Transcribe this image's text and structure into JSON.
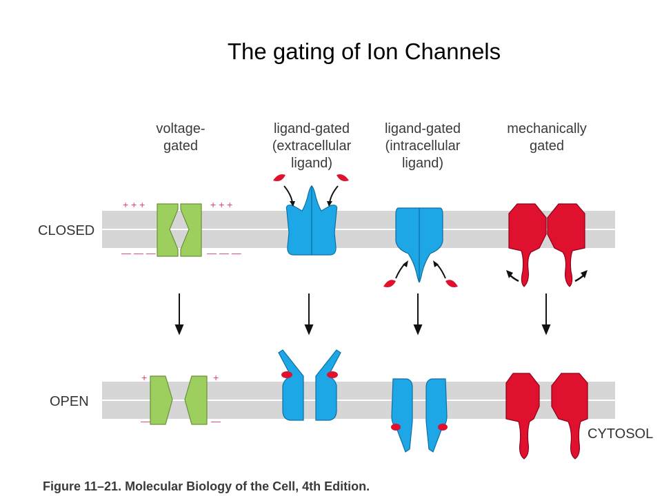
{
  "title": "The gating of Ion Channels",
  "columns": [
    {
      "line1": "voltage-",
      "line2": "gated",
      "line3": ""
    },
    {
      "line1": "ligand-gated",
      "line2": "(extracellular",
      "line3": "ligand)"
    },
    {
      "line1": "ligand-gated",
      "line2": "(intracellular",
      "line3": "ligand)"
    },
    {
      "line1": "mechanically",
      "line2": "gated",
      "line3": ""
    }
  ],
  "rows": {
    "closed": "CLOSED",
    "open": "OPEN"
  },
  "cytosol_label": "CYTOSOL",
  "charges": {
    "closed_top": "+ + +",
    "closed_bottom": "— — —",
    "open_top": "+",
    "open_bottom": "—"
  },
  "caption": "Figure 11–21. Molecular Biology of the Cell, 4th Edition.",
  "colors": {
    "voltage": "#9dcf5f",
    "ligand": "#1ea7e6",
    "ligand_bound": "#e0102f",
    "mechanical": "#e0102f",
    "membrane": "#d6d6d6",
    "charge": "#e0407a"
  }
}
